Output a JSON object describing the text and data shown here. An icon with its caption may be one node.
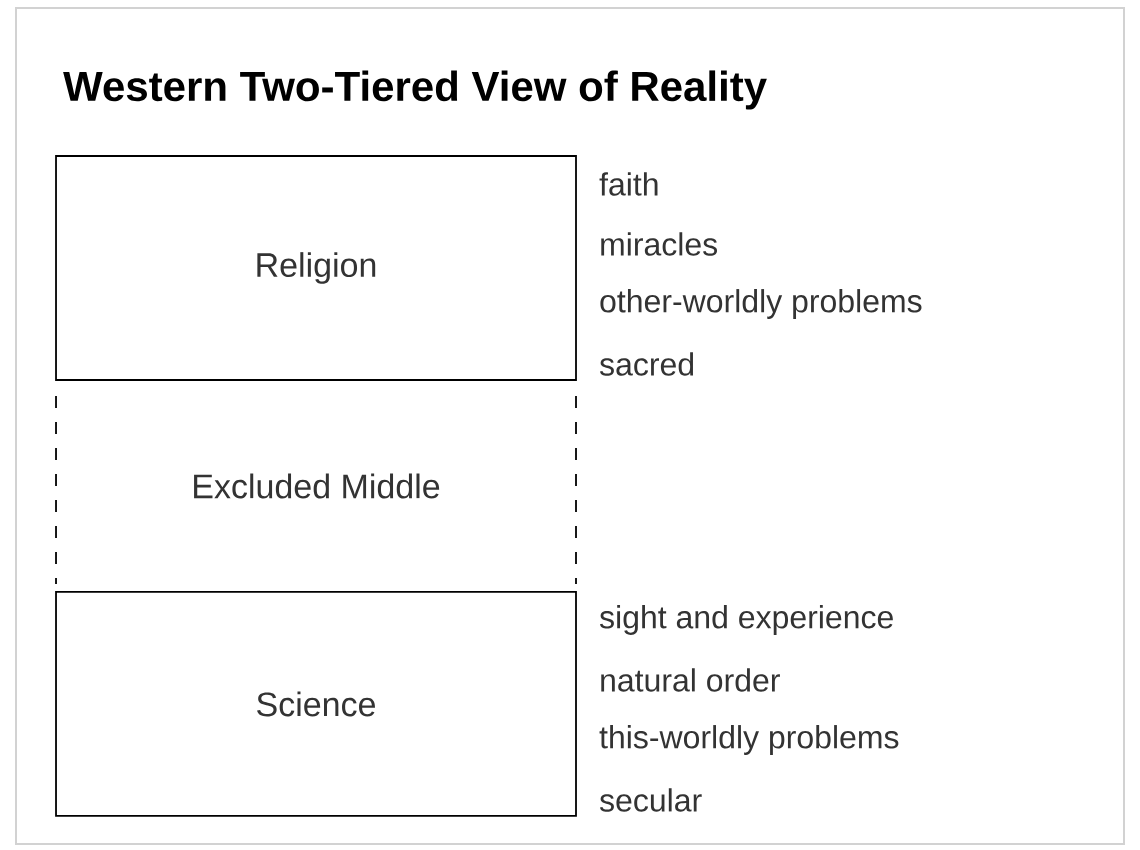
{
  "diagram": {
    "title": "Western Two-Tiered View of Reality",
    "nodes": [
      {
        "text": [
          "Religion"
        ],
        "beside": [
          "faith",
          "miracles",
          "other-worldly problems",
          "sacred"
        ]
      },
      {
        "text": [
          "Excluded Middle"
        ]
      },
      {
        "text": [
          "Science"
        ],
        "beside": [
          "sight and experience",
          "natural order",
          "this-worldly problems",
          "secular"
        ]
      }
    ]
  }
}
